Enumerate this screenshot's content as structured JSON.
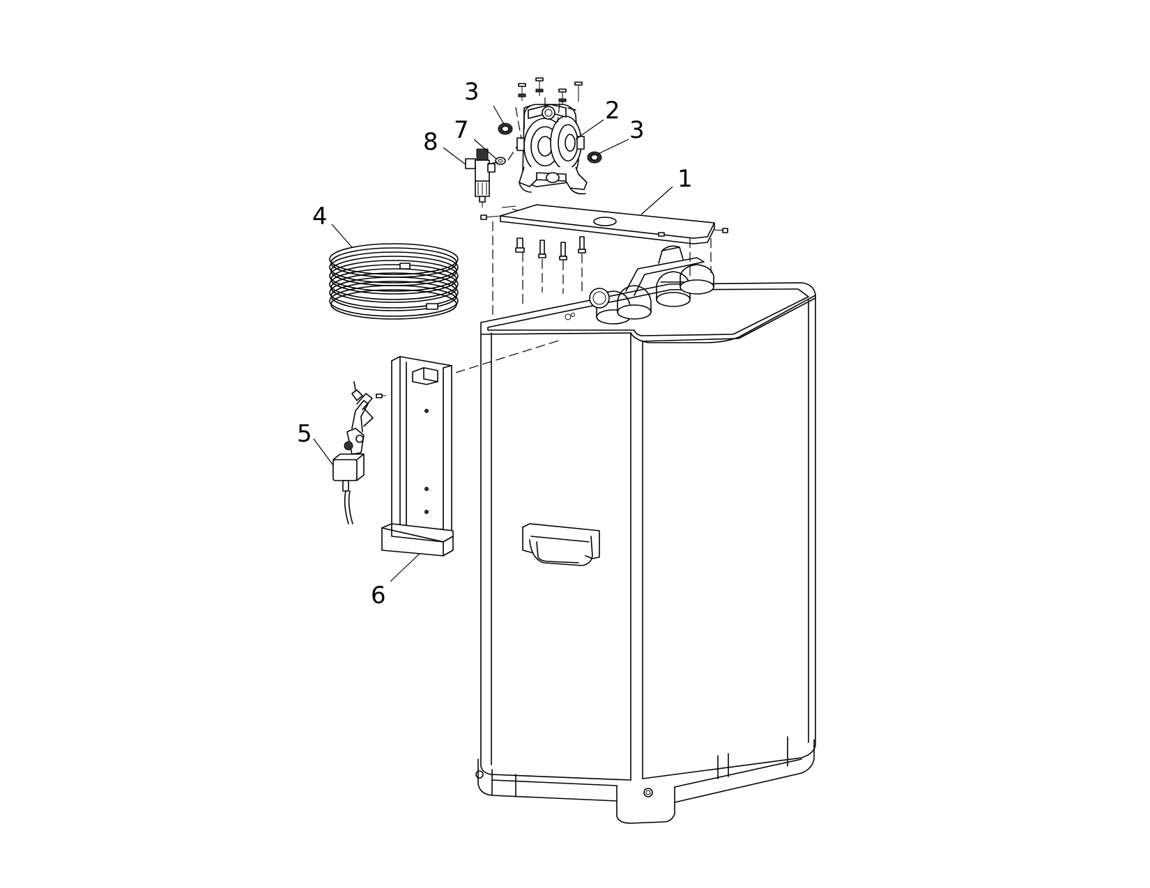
{
  "callouts": [
    {
      "id": "c1",
      "label": "1"
    },
    {
      "id": "c2",
      "label": "2"
    },
    {
      "id": "c3a",
      "label": "3"
    },
    {
      "id": "c3b",
      "label": "3"
    },
    {
      "id": "c4",
      "label": "4"
    },
    {
      "id": "c5",
      "label": "5"
    },
    {
      "id": "c6",
      "label": "6"
    },
    {
      "id": "c7",
      "label": "7"
    },
    {
      "id": "c8",
      "label": "8"
    }
  ]
}
